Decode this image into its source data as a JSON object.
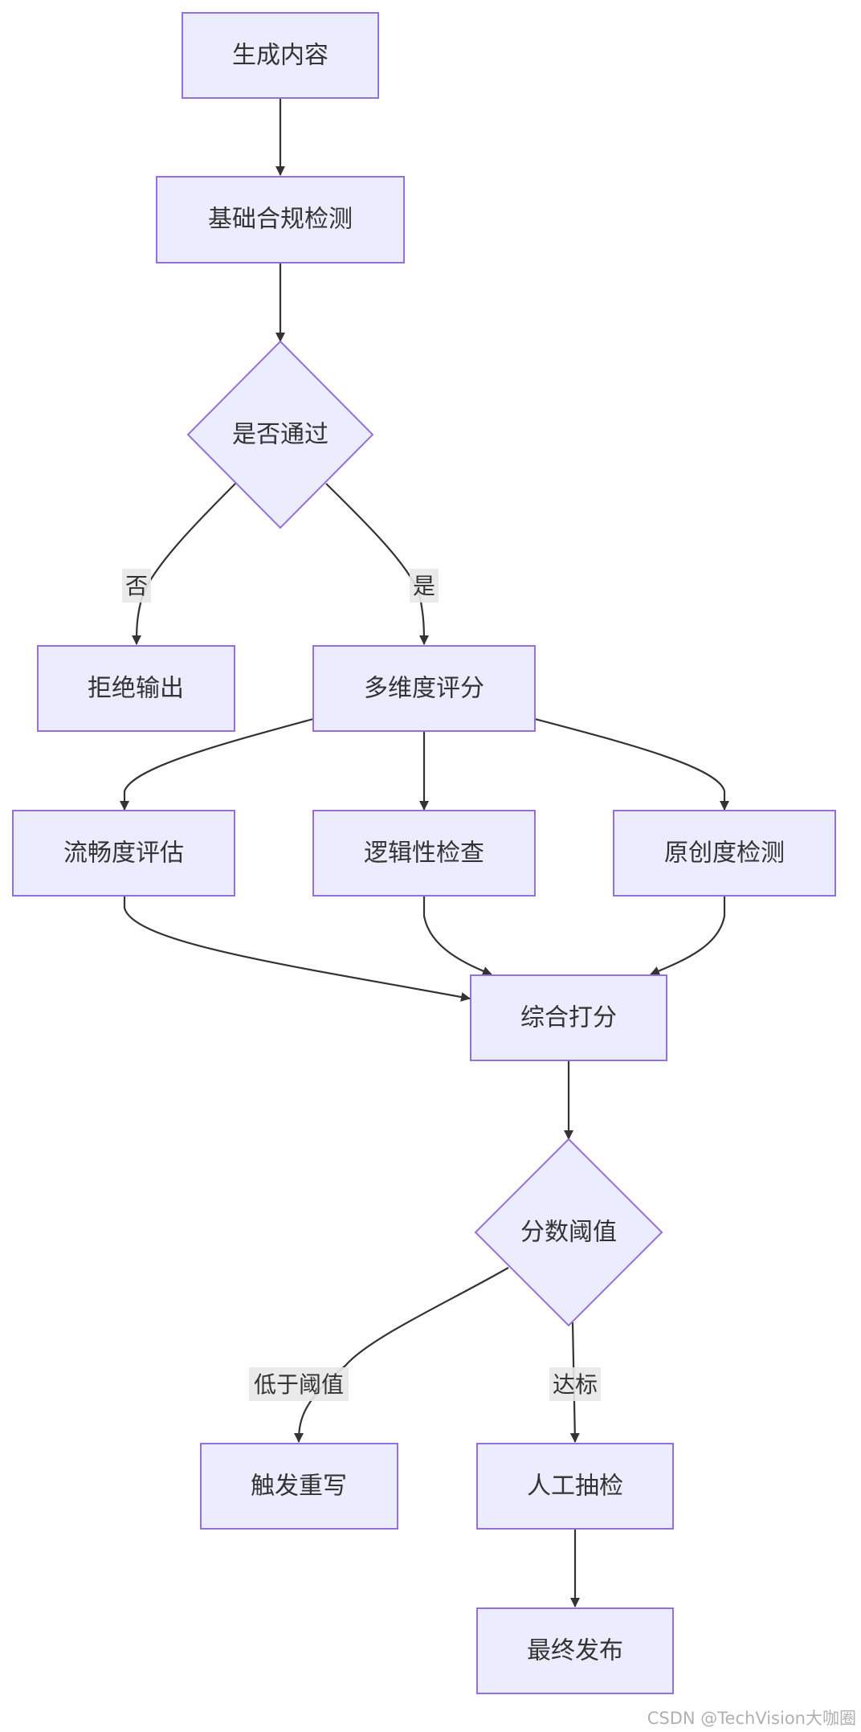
{
  "nodes": {
    "generate": "生成内容",
    "basic_check": "基础合规检测",
    "pass_decision": "是否通过",
    "reject": "拒绝输出",
    "multi_score": "多维度评分",
    "fluency": "流畅度评估",
    "logic": "逻辑性检查",
    "originality": "原创度检测",
    "composite": "综合打分",
    "threshold_decision": "分数阈值",
    "rewrite": "触发重写",
    "manual_review": "人工抽检",
    "publish": "最终发布"
  },
  "edge_labels": {
    "no": "否",
    "yes": "是",
    "below": "低于阈值",
    "meets": "达标"
  },
  "watermark": "CSDN @TechVision大咖圈",
  "colors": {
    "node_fill": "#ececff",
    "node_stroke": "#9370db",
    "edge": "#333333",
    "label_bg": "#e8e8e8"
  }
}
